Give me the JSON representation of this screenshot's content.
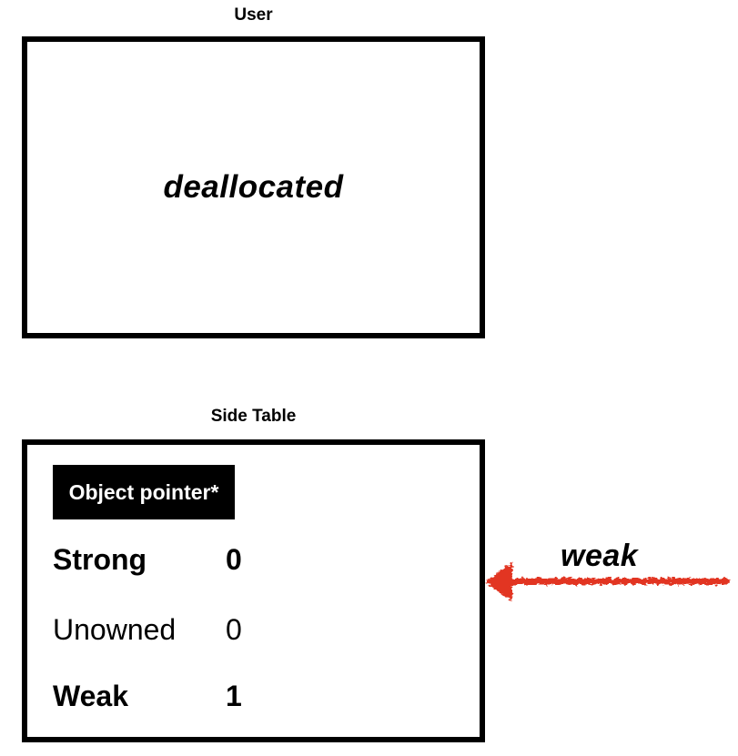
{
  "colors": {
    "background": "#ffffff",
    "box_border": "#000000",
    "text": "#000000",
    "badge_bg": "#000000",
    "badge_text": "#ffffff",
    "arrow": "#e23420"
  },
  "user_box": {
    "title": "User",
    "state_text": "deallocated"
  },
  "side_table": {
    "title": "Side Table",
    "badge_label": "Object pointer*",
    "counts": [
      {
        "label": "Strong",
        "value": "0"
      },
      {
        "label": "Unowned",
        "value": "0"
      },
      {
        "label": "Weak",
        "value": "1"
      }
    ]
  },
  "weak_arrow": {
    "label": "weak",
    "direction": "left"
  }
}
